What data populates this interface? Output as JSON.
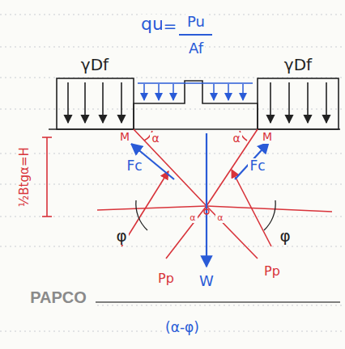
{
  "diagram": {
    "labels": [
      "γDf",
      "qu",
      "=",
      "Pu",
      "Af",
      "γDf",
      "½Btgα=H",
      "M",
      "α",
      "α",
      "M",
      "Fc",
      "Fc",
      "α",
      "α",
      "φ",
      "φ",
      "W",
      "Pp",
      "Pp",
      "PAPCO",
      "(α-φ)"
    ]
  }
}
